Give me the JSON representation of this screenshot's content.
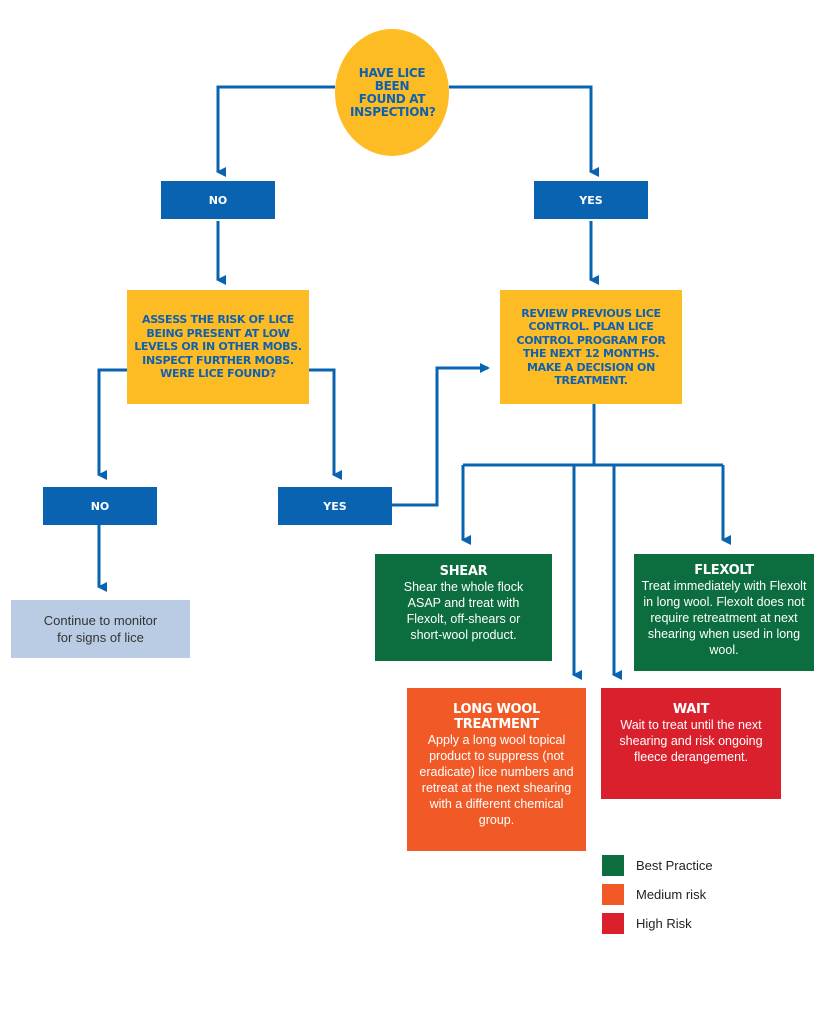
{
  "colors": {
    "connector": "#0a63b1",
    "decision_fill": "#fdbc23",
    "answer_fill": "#0a63b1",
    "question_fill": "#fdbc23",
    "heading_text": "#1060b0",
    "monitor_fill": "#bacce4",
    "best_practice": "#0c6e3e",
    "medium_risk": "#f15a27",
    "high_risk": "#d9202c"
  },
  "start": {
    "question": "HAVE LICE BEEN FOUND AT INSPECTION?"
  },
  "answers": {
    "no": "NO",
    "yes": "YES"
  },
  "assess": {
    "text": "ASSESS THE RISK OF LICE BEING PRESENT AT LOW LEVELS OR IN OTHER MOBS. INSPECT FURTHER MOBS. WERE LICE FOUND?"
  },
  "review": {
    "text": "REVIEW PREVIOUS LICE CONTROL. PLAN LICE CONTROL PROGRAM FOR THE NEXT 12 MONTHS. MAKE A DECISION ON TREATMENT."
  },
  "monitor": {
    "text": "Continue to monitor for signs of lice"
  },
  "options": {
    "shear": {
      "title": "SHEAR",
      "text": "Shear the whole flock ASAP and treat with Flexolt, off-shears or short-wool product."
    },
    "flexolt": {
      "title": "FLEXOLT",
      "text": "Treat immediately with Flexolt in long wool. Flexolt does not require retreatment at next shearing when used in long wool."
    },
    "long_wool": {
      "title": "LONG WOOL TREATMENT",
      "text": "Apply a long wool topical product to suppress (not eradicate) lice numbers and retreat at the next shearing with a different chemical group."
    },
    "wait": {
      "title": "WAIT",
      "text": "Wait to treat until the next shearing and risk ongoing fleece derangement."
    }
  },
  "legend": [
    {
      "label": "Best Practice",
      "color": "#0c6e3e"
    },
    {
      "label": "Medium risk",
      "color": "#f15a27"
    },
    {
      "label": "High Risk",
      "color": "#d9202c"
    }
  ]
}
